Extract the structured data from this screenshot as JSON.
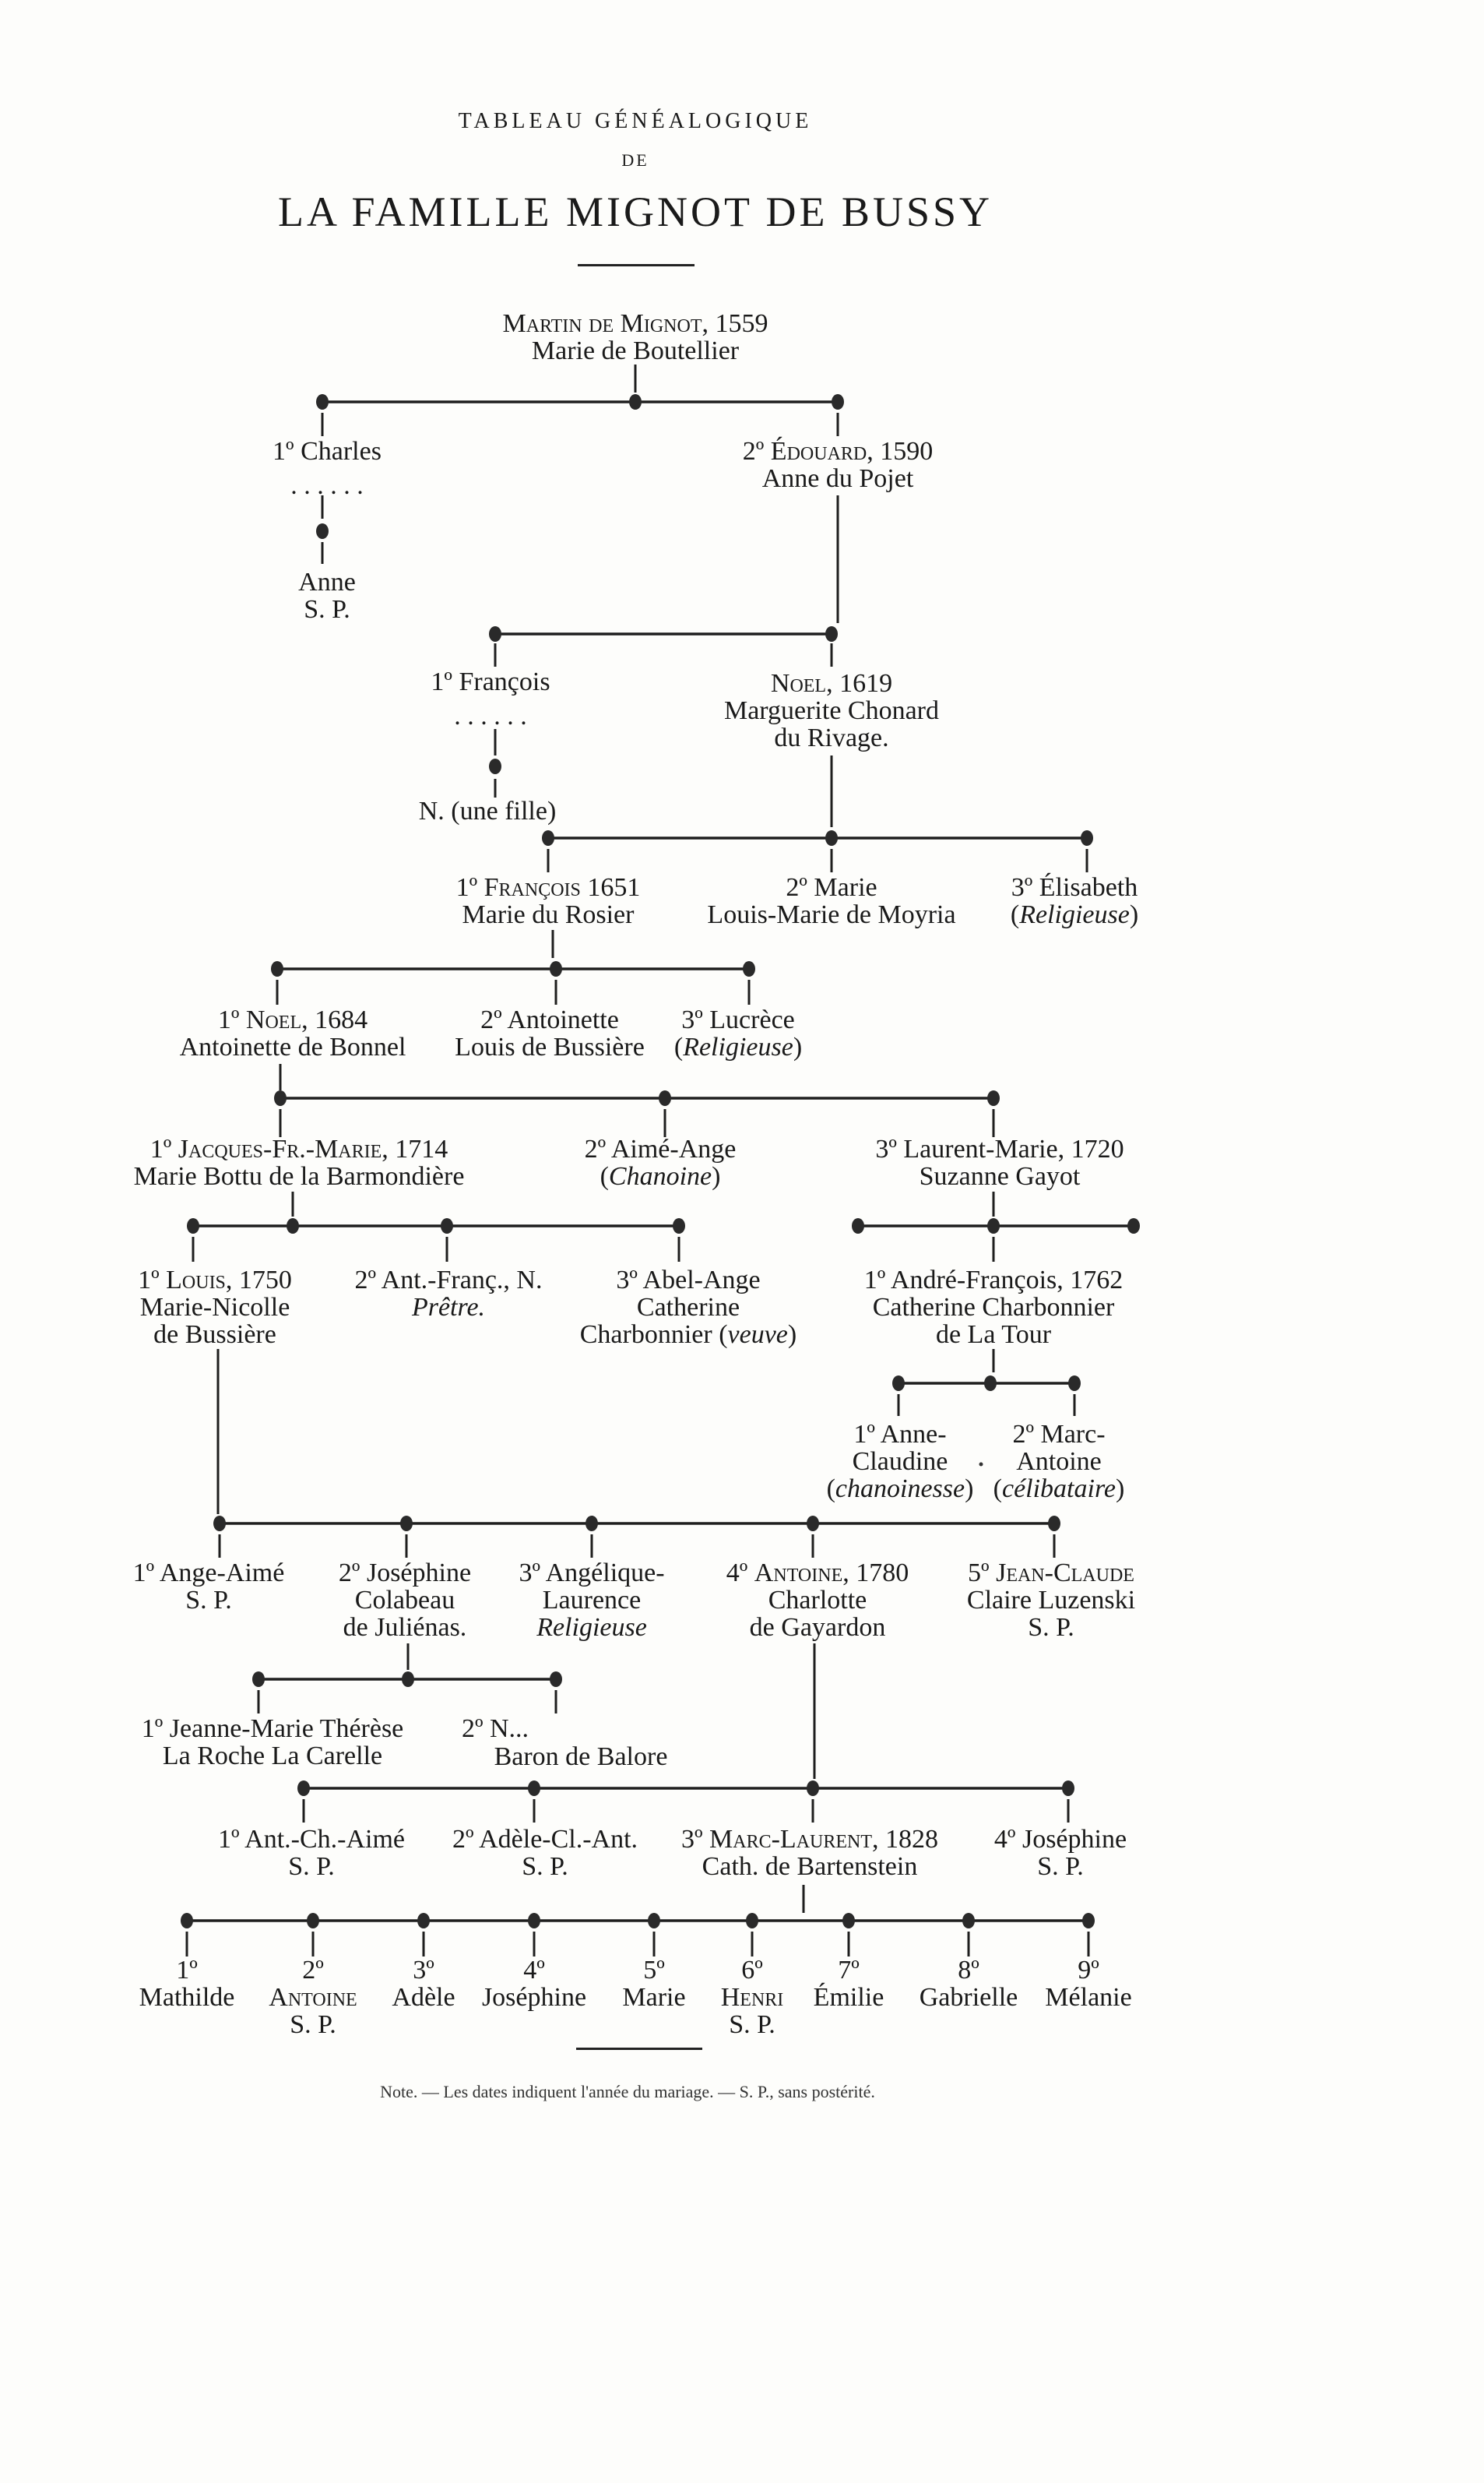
{
  "header": {
    "line1": "TABLEAU GÉNÉALOGIQUE",
    "line2": "DE",
    "title": "LA FAMILLE MIGNOT DE BUSSY"
  },
  "people": [
    {
      "id": "martin",
      "lines": [
        [
          {
            "t": "Martin de Mignot",
            "s": "sc"
          },
          {
            "t": ", 1559"
          }
        ],
        [
          {
            "t": "Marie de Boutellier"
          }
        ]
      ]
    },
    {
      "id": "charles",
      "lines": [
        [
          {
            "t": "1º Charles"
          }
        ],
        [
          {
            "t": ". . . . . ."
          }
        ]
      ]
    },
    {
      "id": "anne",
      "lines": [
        [
          {
            "t": "Anne"
          }
        ],
        [
          {
            "t": "S. P."
          }
        ]
      ]
    },
    {
      "id": "edouard",
      "lines": [
        [
          {
            "t": "2º "
          },
          {
            "t": "Édouard",
            "s": "sc"
          },
          {
            "t": ", 1590"
          }
        ],
        [
          {
            "t": "Anne du Pojet"
          }
        ]
      ]
    },
    {
      "id": "francois",
      "lines": [
        [
          {
            "t": "1º François"
          }
        ],
        [
          {
            "t": ". . . . . ."
          }
        ]
      ]
    },
    {
      "id": "une-fille",
      "lines": [
        [
          {
            "t": "N. (une fille)"
          }
        ]
      ]
    },
    {
      "id": "noel-1619",
      "lines": [
        [
          {
            "t": "Noel",
            "s": "sc"
          },
          {
            "t": ", 1619"
          }
        ],
        [
          {
            "t": "Marguerite Chonard"
          }
        ],
        [
          {
            "t": "du Rivage."
          }
        ]
      ]
    },
    {
      "id": "francois-1651",
      "lines": [
        [
          {
            "t": "1º "
          },
          {
            "t": "François",
            "s": "sc"
          },
          {
            "t": " 1651"
          }
        ],
        [
          {
            "t": "Marie du Rosier"
          }
        ]
      ]
    },
    {
      "id": "marie",
      "lines": [
        [
          {
            "t": "2º Marie"
          }
        ],
        [
          {
            "t": "Louis-Marie de Moyria"
          }
        ]
      ]
    },
    {
      "id": "elisabeth",
      "lines": [
        [
          {
            "t": "3º Élisabeth"
          }
        ],
        [
          {
            "t": "("
          },
          {
            "t": "Religieuse",
            "s": "i"
          },
          {
            "t": ")"
          }
        ]
      ]
    },
    {
      "id": "noel-1684",
      "lines": [
        [
          {
            "t": "1º "
          },
          {
            "t": "Noel",
            "s": "sc"
          },
          {
            "t": ", 1684"
          }
        ],
        [
          {
            "t": "Antoinette de Bonnel"
          }
        ]
      ]
    },
    {
      "id": "antoinette",
      "lines": [
        [
          {
            "t": "2º Antoinette"
          }
        ],
        [
          {
            "t": "Louis de Bussière"
          }
        ]
      ]
    },
    {
      "id": "lucrece",
      "lines": [
        [
          {
            "t": "3º Lucrèce"
          }
        ],
        [
          {
            "t": "("
          },
          {
            "t": "Religieuse",
            "s": "i"
          },
          {
            "t": ")"
          }
        ]
      ]
    },
    {
      "id": "jacques",
      "lines": [
        [
          {
            "t": "1º "
          },
          {
            "t": "Jacques-Fr.-Marie",
            "s": "sc"
          },
          {
            "t": ", 1714"
          }
        ],
        [
          {
            "t": "Marie Bottu de la Barmondière"
          }
        ]
      ]
    },
    {
      "id": "aime-ange",
      "lines": [
        [
          {
            "t": "2º Aimé-Ange"
          }
        ],
        [
          {
            "t": "("
          },
          {
            "t": "Chanoine",
            "s": "i"
          },
          {
            "t": ")"
          }
        ]
      ]
    },
    {
      "id": "laurent-marie",
      "lines": [
        [
          {
            "t": "3º Laurent-Marie, 1720"
          }
        ],
        [
          {
            "t": "Suzanne Gayot"
          }
        ]
      ]
    },
    {
      "id": "louis",
      "lines": [
        [
          {
            "t": "1º "
          },
          {
            "t": "Louis",
            "s": "sc"
          },
          {
            "t": ", 1750"
          }
        ],
        [
          {
            "t": "Marie-Nicolle"
          }
        ],
        [
          {
            "t": "de Bussière"
          }
        ]
      ]
    },
    {
      "id": "ant-franc",
      "lines": [
        [
          {
            "t": "2º Ant.-Franç., N."
          }
        ],
        [
          {
            "t": "Prêtre.",
            "s": "i"
          }
        ]
      ]
    },
    {
      "id": "abel-ange",
      "lines": [
        [
          {
            "t": "3º Abel-Ange"
          }
        ],
        [
          {
            "t": "Catherine"
          }
        ],
        [
          {
            "t": "Charbonnier ("
          },
          {
            "t": "veuve",
            "s": "i"
          },
          {
            "t": ")"
          }
        ]
      ]
    },
    {
      "id": "andre-francois",
      "lines": [
        [
          {
            "t": "1º André-François, 1762"
          }
        ],
        [
          {
            "t": "Catherine Charbonnier"
          }
        ],
        [
          {
            "t": "de La Tour"
          }
        ]
      ]
    },
    {
      "id": "anne-claudine",
      "lines": [
        [
          {
            "t": "1º Anne-"
          }
        ],
        [
          {
            "t": "Claudine"
          }
        ],
        [
          {
            "t": "("
          },
          {
            "t": "chanoinesse",
            "s": "i"
          },
          {
            "t": ")"
          }
        ]
      ]
    },
    {
      "id": "marc-antoine",
      "lines": [
        [
          {
            "t": "2º Marc-"
          }
        ],
        [
          {
            "t": "Antoine"
          }
        ],
        [
          {
            "t": "("
          },
          {
            "t": "célibataire",
            "s": "i"
          },
          {
            "t": ")"
          }
        ]
      ]
    },
    {
      "id": "ange-aime",
      "lines": [
        [
          {
            "t": "1º Ange-Aimé"
          }
        ],
        [
          {
            "t": "S. P."
          }
        ]
      ]
    },
    {
      "id": "josephine-colabeau",
      "lines": [
        [
          {
            "t": "2º Joséphine"
          }
        ],
        [
          {
            "t": "Colabeau"
          }
        ],
        [
          {
            "t": "de  Juliénas."
          }
        ]
      ]
    },
    {
      "id": "angelique",
      "lines": [
        [
          {
            "t": "3º Angélique-"
          }
        ],
        [
          {
            "t": "Laurence"
          }
        ],
        [
          {
            "t": "Religieuse",
            "s": "i"
          }
        ]
      ]
    },
    {
      "id": "antoine-1780",
      "lines": [
        [
          {
            "t": "4º "
          },
          {
            "t": "Antoine",
            "s": "sc"
          },
          {
            "t": ", 1780"
          }
        ],
        [
          {
            "t": "Charlotte"
          }
        ],
        [
          {
            "t": "de Gayardon"
          }
        ]
      ]
    },
    {
      "id": "jean-claude",
      "lines": [
        [
          {
            "t": "5º "
          },
          {
            "t": "Jean-Claude",
            "s": "sc"
          }
        ],
        [
          {
            "t": "Claire Luzenski"
          }
        ],
        [
          {
            "t": "S. P."
          }
        ]
      ]
    },
    {
      "id": "jeanne-marie",
      "lines": [
        [
          {
            "t": "1º Jeanne-Marie Thérèse"
          }
        ],
        [
          {
            "t": "La Roche La Carelle"
          }
        ]
      ]
    },
    {
      "id": "n-baron",
      "lines": [
        [
          {
            "t": "2º N..."
          }
        ],
        [
          {
            "t": "Baron de Balore"
          }
        ]
      ]
    },
    {
      "id": "ant-ch-aime",
      "lines": [
        [
          {
            "t": "1º Ant.-Ch.-Aimé"
          }
        ],
        [
          {
            "t": "S. P."
          }
        ]
      ]
    },
    {
      "id": "adele-cl-ant",
      "lines": [
        [
          {
            "t": "2º Adèle-Cl.-Ant."
          }
        ],
        [
          {
            "t": "S. P."
          }
        ]
      ]
    },
    {
      "id": "marc-laurent",
      "lines": [
        [
          {
            "t": "3º "
          },
          {
            "t": "Marc-Laurent",
            "s": "sc"
          },
          {
            "t": ", 1828"
          }
        ],
        [
          {
            "t": "Cath. de Bartenstein"
          }
        ]
      ]
    },
    {
      "id": "josephine-4",
      "lines": [
        [
          {
            "t": "4º Joséphine"
          }
        ],
        [
          {
            "t": "S. P."
          }
        ]
      ]
    },
    {
      "id": "mathilde",
      "lines": [
        [
          {
            "t": "1º"
          }
        ],
        [
          {
            "t": "Mathilde"
          }
        ]
      ]
    },
    {
      "id": "antoine",
      "lines": [
        [
          {
            "t": "2º"
          }
        ],
        [
          {
            "t": "Antoine",
            "s": "sc"
          }
        ],
        [
          {
            "t": "S. P."
          }
        ]
      ]
    },
    {
      "id": "adele",
      "lines": [
        [
          {
            "t": "3º"
          }
        ],
        [
          {
            "t": "Adèle"
          }
        ]
      ]
    },
    {
      "id": "josephine",
      "lines": [
        [
          {
            "t": "4º"
          }
        ],
        [
          {
            "t": "Joséphine"
          }
        ]
      ]
    },
    {
      "id": "marie-5",
      "lines": [
        [
          {
            "t": "5º"
          }
        ],
        [
          {
            "t": "Marie"
          }
        ]
      ]
    },
    {
      "id": "henri",
      "lines": [
        [
          {
            "t": "6º"
          }
        ],
        [
          {
            "t": "Henri",
            "s": "sc"
          }
        ],
        [
          {
            "t": "S. P."
          }
        ]
      ]
    },
    {
      "id": "emilie",
      "lines": [
        [
          {
            "t": "7º"
          }
        ],
        [
          {
            "t": "Émilie"
          }
        ]
      ]
    },
    {
      "id": "gabrielle",
      "lines": [
        [
          {
            "t": "8º"
          }
        ],
        [
          {
            "t": "Gabrielle"
          }
        ]
      ]
    },
    {
      "id": "melanie",
      "lines": [
        [
          {
            "t": "9º"
          }
        ],
        [
          {
            "t": "Mélanie"
          }
        ]
      ]
    }
  ],
  "footer": {
    "note": "Note. — Les dates indiquent l'année du mariage. — S. P., sans postérité."
  }
}
